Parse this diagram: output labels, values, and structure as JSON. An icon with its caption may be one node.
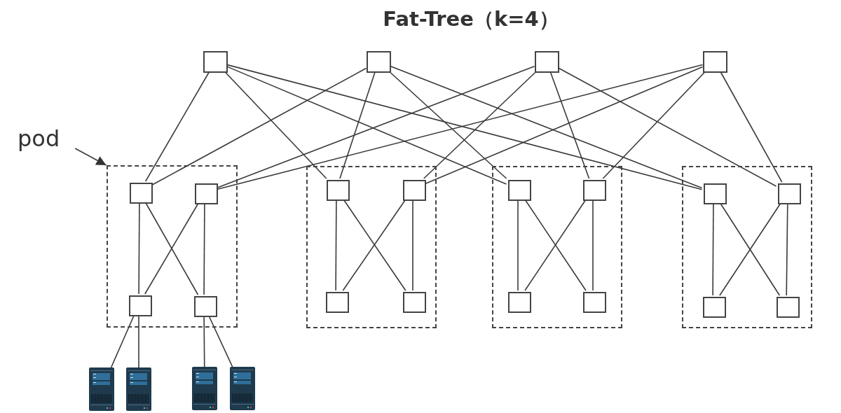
{
  "diagram": {
    "title": "Fat-Tree（k=4）",
    "nodes": [
      {
        "text": [],
        "shape": "box"
      },
      {
        "text": [],
        "shape": "box"
      },
      {
        "text": [],
        "shape": "box"
      },
      {
        "text": [],
        "shape": "box"
      },
      {
        "text": [
          "pod"
        ]
      },
      {
        "text": [],
        "shape": "box"
      },
      {
        "text": [],
        "shape": "box",
        "in": 5
      },
      {
        "text": [],
        "shape": "box",
        "in": 5
      },
      {
        "text": [],
        "shape": "box",
        "in": 5
      },
      {
        "text": [],
        "shape": "box",
        "in": 5
      },
      {
        "text": [],
        "shape": "box"
      },
      {
        "text": [],
        "shape": "box",
        "in": 10
      },
      {
        "text": [],
        "shape": "box",
        "in": 10
      },
      {
        "text": [],
        "shape": "box",
        "in": 10
      },
      {
        "text": [],
        "shape": "box",
        "in": 10
      },
      {
        "text": [],
        "shape": "box"
      },
      {
        "text": [],
        "shape": "box",
        "in": 15
      },
      {
        "text": [],
        "shape": "box",
        "in": 15
      },
      {
        "text": [],
        "shape": "box",
        "in": 15
      },
      {
        "text": [],
        "shape": "box",
        "in": 15
      },
      {
        "text": [],
        "shape": "box"
      },
      {
        "text": [],
        "shape": "box",
        "in": 20
      },
      {
        "text": [],
        "shape": "box",
        "in": 20
      },
      {
        "text": [],
        "shape": "box",
        "in": 20
      },
      {
        "text": [],
        "shape": "box",
        "in": 20
      },
      {
        "text": [],
        "shape": "server"
      },
      {
        "text": [],
        "shape": "server"
      },
      {
        "text": [],
        "shape": "server"
      },
      {
        "text": [],
        "shape": "server"
      }
    ],
    "edges": [
      {
        "from": 4,
        "to": 5,
        "arrow": "to"
      },
      {
        "from": 0,
        "to": 6,
        "arrow": "none"
      },
      {
        "from": 0,
        "to": 11,
        "arrow": "none"
      },
      {
        "from": 0,
        "to": 16,
        "arrow": "none"
      },
      {
        "from": 0,
        "to": 21,
        "arrow": "none"
      },
      {
        "from": 1,
        "to": 6,
        "arrow": "none"
      },
      {
        "from": 1,
        "to": 11,
        "arrow": "none"
      },
      {
        "from": 1,
        "to": 16,
        "arrow": "none"
      },
      {
        "from": 1,
        "to": 21,
        "arrow": "none"
      },
      {
        "from": 2,
        "to": 7,
        "arrow": "none"
      },
      {
        "from": 2,
        "to": 12,
        "arrow": "none"
      },
      {
        "from": 2,
        "to": 17,
        "arrow": "none"
      },
      {
        "from": 2,
        "to": 22,
        "arrow": "none"
      },
      {
        "from": 3,
        "to": 7,
        "arrow": "none"
      },
      {
        "from": 3,
        "to": 12,
        "arrow": "none"
      },
      {
        "from": 3,
        "to": 17,
        "arrow": "none"
      },
      {
        "from": 3,
        "to": 22,
        "arrow": "none"
      },
      {
        "from": 6,
        "to": 8,
        "arrow": "none"
      },
      {
        "from": 6,
        "to": 9,
        "arrow": "none"
      },
      {
        "from": 7,
        "to": 8,
        "arrow": "none"
      },
      {
        "from": 7,
        "to": 9,
        "arrow": "none"
      },
      {
        "from": 11,
        "to": 13,
        "arrow": "none"
      },
      {
        "from": 11,
        "to": 14,
        "arrow": "none"
      },
      {
        "from": 12,
        "to": 13,
        "arrow": "none"
      },
      {
        "from": 12,
        "to": 14,
        "arrow": "none"
      },
      {
        "from": 16,
        "to": 18,
        "arrow": "none"
      },
      {
        "from": 16,
        "to": 19,
        "arrow": "none"
      },
      {
        "from": 17,
        "to": 18,
        "arrow": "none"
      },
      {
        "from": 17,
        "to": 19,
        "arrow": "none"
      },
      {
        "from": 21,
        "to": 23,
        "arrow": "none"
      },
      {
        "from": 21,
        "to": 24,
        "arrow": "none"
      },
      {
        "from": 22,
        "to": 23,
        "arrow": "none"
      },
      {
        "from": 22,
        "to": 24,
        "arrow": "none"
      },
      {
        "from": 8,
        "to": 25,
        "arrow": "none"
      },
      {
        "from": 8,
        "to": 26,
        "arrow": "none"
      },
      {
        "from": 9,
        "to": 27,
        "arrow": "none"
      },
      {
        "from": 9,
        "to": 28,
        "arrow": "none"
      }
    ]
  }
}
